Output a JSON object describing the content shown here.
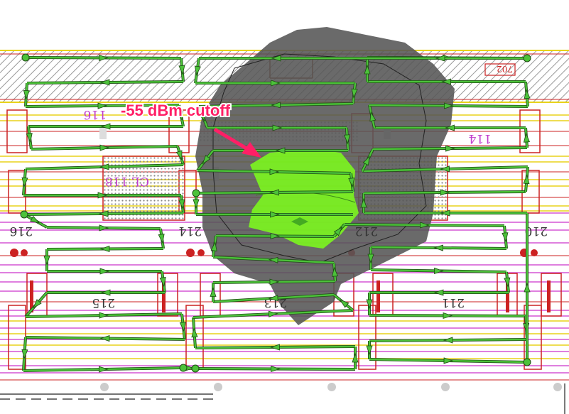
{
  "annotation": {
    "text": "-55 dBm cutoff",
    "color": "#ff1f66"
  },
  "rooms": {
    "r116": "116",
    "r114": "114",
    "r118": "CL 118",
    "r216": "216",
    "r214": "214",
    "r212": "212",
    "r210": "210",
    "r215": "215",
    "r213": "213",
    "r211": "211",
    "r702": "702"
  },
  "colors": {
    "coverage_gray": "#555555",
    "coverage_green": "#7cff1a",
    "walk_path": "#4cc23a",
    "plan_red": "#cc2222",
    "plan_magenta": "#cc33cc",
    "plan_yellow": "#e8d21a"
  }
}
